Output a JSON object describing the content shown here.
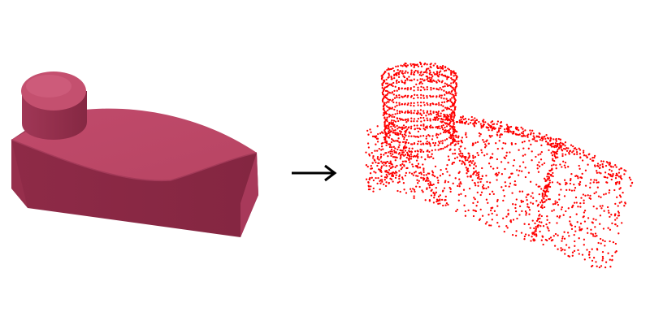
{
  "figure": {
    "left_panel": {
      "object": "cad-solid-model",
      "color": "#9e2f4e",
      "parts": [
        "curved-box-body",
        "cylindrical-boss"
      ]
    },
    "arrow": {
      "icon": "right-arrow-icon",
      "color": "#000000"
    },
    "right_panel": {
      "object": "point-cloud",
      "point_color": "#ff0000"
    }
  }
}
